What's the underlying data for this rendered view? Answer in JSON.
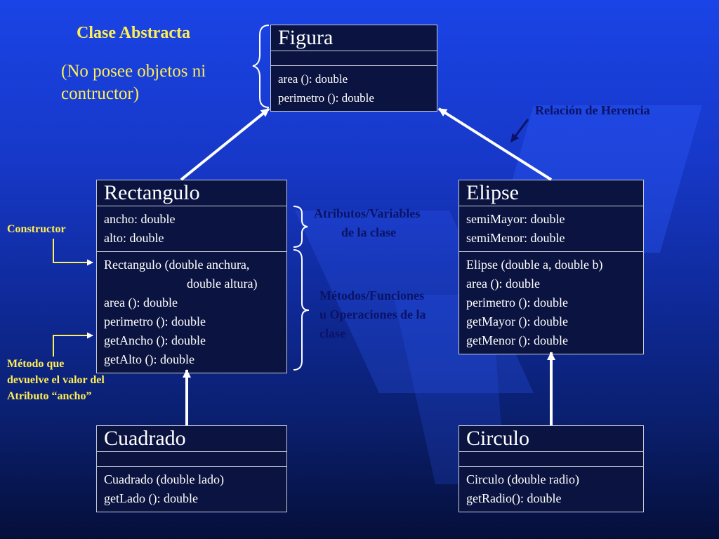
{
  "classes": {
    "figura": {
      "name": "Figura",
      "attributes": [],
      "methods": [
        "area (): double",
        "perimetro (): double"
      ]
    },
    "rectangulo": {
      "name": "Rectangulo",
      "attributes": [
        "ancho: double",
        "alto: double"
      ],
      "methods": [
        "Rectangulo (double anchura,",
        "double altura)",
        "area (): double",
        "perimetro (): double",
        "getAncho (): double",
        "getAlto (): double"
      ]
    },
    "elipse": {
      "name": "Elipse",
      "attributes": [
        "semiMayor: double",
        "semiMenor: double"
      ],
      "methods": [
        "Elipse (double a, double b)",
        "area (): double",
        "perimetro (): double",
        "getMayor (): double",
        "getMenor (): double"
      ]
    },
    "cuadrado": {
      "name": "Cuadrado",
      "attributes": [],
      "methods": [
        "Cuadrado (double lado)",
        "getLado (): double"
      ]
    },
    "circulo": {
      "name": "Circulo",
      "attributes": [],
      "methods": [
        "Circulo (double radio)",
        "getRadio(): double"
      ]
    }
  },
  "annotations": {
    "abstract_title": "Clase Abstracta",
    "abstract_line1": "(No posee objetos ni",
    "abstract_line2": "contructor)",
    "inheritance": "Relación de Herencia",
    "attributes_line1": "Atributos/Variables",
    "attributes_line2": "de la clase",
    "methods_line1": "Métodos/Funciones",
    "methods_line2": "u Operaciones de la",
    "methods_line3": "clase",
    "constructor": "Constructor",
    "getter_line1": "Método que",
    "getter_line2": "devuelve el valor del",
    "getter_line3": "Atributo “ancho”"
  },
  "colors": {
    "annotation_yellow": "#ffee55",
    "annotation_navy": "#0a1366",
    "box_fill": "#0b1440",
    "arrow": "#ffffff"
  }
}
